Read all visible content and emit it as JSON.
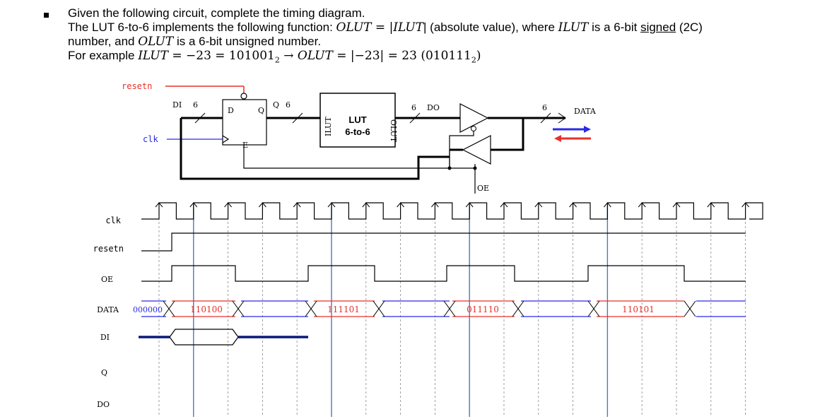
{
  "problem": {
    "line1": "Given the following circuit, complete the timing diagram.",
    "line2_a": "The LUT 6-to-6 implements the following function: ",
    "line2_b": "OLUT",
    "line2_c": " = |",
    "line2_d": "ILUT",
    "line2_e": "| (absolute value), where ",
    "line2_f": "ILUT",
    "line2_g": " is a 6-bit ",
    "line2_h": "signed",
    "line2_i": " (2C)",
    "line3_a": "number, and ",
    "line3_b": "OLUT",
    "line3_c": " is a 6-bit unsigned number.",
    "line4_a": "For example ",
    "line4_b": "ILUT",
    "line4_c": " = −23 = 101001",
    "line4_d": "2",
    "line4_e": " → ",
    "line4_f": "OLUT",
    "line4_g": " = |−23| = 23 (010111",
    "line4_h": "2",
    "line4_i": ")"
  },
  "circuit": {
    "resetn": "resetn",
    "clk": "clk",
    "di": "DI",
    "bus_width": "6",
    "ff_d": "D",
    "ff_q": "Q",
    "ff_e": "E",
    "q_label": "Q",
    "ilut": "ILUT",
    "olut": "OLUT",
    "lut_line1": "LUT",
    "lut_line2": "6-to-6",
    "do": "DO",
    "data": "DATA",
    "oe": "OE"
  },
  "timing": {
    "signals": [
      "clk",
      "resetn",
      "OE",
      "DATA",
      "DI",
      "Q",
      "DO"
    ],
    "data_initial": "000000",
    "data_values": [
      "110100",
      "111101",
      "011110",
      "110101"
    ],
    "colors": {
      "external_drive": "#e8302a",
      "output_drive": "#2a2ae8",
      "clk_guides": "#4a7ab8"
    }
  }
}
